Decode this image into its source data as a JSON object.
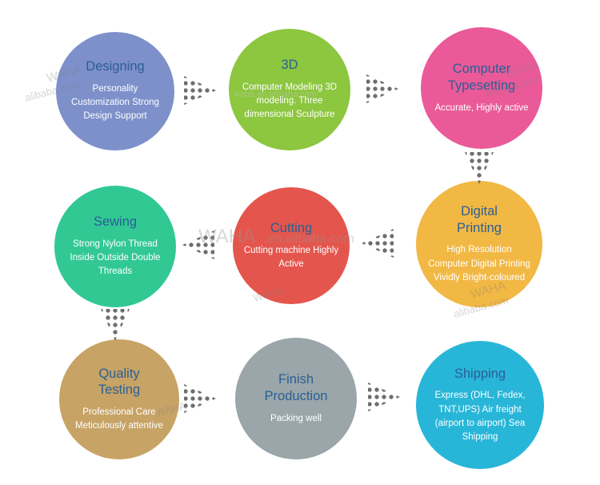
{
  "steps": [
    {
      "title": "Designing",
      "subtitle": "Personality Customization Strong Design Support",
      "color": "#7d90ca"
    },
    {
      "title": "3D",
      "subtitle": "Computer Modeling 3D modeling. Three dimensional Sculpture",
      "color": "#8dc63f"
    },
    {
      "title": "Computer Typesetting",
      "subtitle": "Accurate, Highly active",
      "color": "#ea5a98"
    },
    {
      "title": "Sewing",
      "subtitle": "Strong Nylon Thread Inside Outside Double Threads",
      "color": "#31c894"
    },
    {
      "title": "Cutting",
      "subtitle": "Cutting machine Highly Active",
      "color": "#e4564d"
    },
    {
      "title": "Digital Printing",
      "subtitle": "High Resolution Computer Digital Printing Vividly Bright-coloured",
      "color": "#f2b844"
    },
    {
      "title": "Quality Testing",
      "subtitle": "Professional Care Meticulously attentive",
      "color": "#c7a365"
    },
    {
      "title": "Finish Production",
      "subtitle": "Packing well",
      "color": "#9aa6a9"
    },
    {
      "title": "Shipping",
      "subtitle": "Express (DHL, Fedex, TNT,UPS) Air freight (airport to airport) Sea Shipping",
      "color": "#28b6d8"
    }
  ],
  "arrows": [
    {
      "icon": "arrow-right-icon"
    },
    {
      "icon": "arrow-right-icon"
    },
    {
      "icon": "arrow-down-icon"
    },
    {
      "icon": "arrow-left-icon"
    },
    {
      "icon": "arrow-left-icon"
    },
    {
      "icon": "arrow-down-icon"
    },
    {
      "icon": "arrow-right-icon"
    },
    {
      "icon": "arrow-right-icon"
    }
  ],
  "arrow_dot_color": "#6e6e6e",
  "title_text_color": "#2a5f96",
  "watermarks": [
    {
      "text": "WAHA"
    },
    {
      "text": "alibaba.com"
    },
    {
      "text": "WAHA"
    },
    {
      "text": "alibaba.com"
    },
    {
      "text": "WAHA"
    },
    {
      "text": ".en.alibaba.com"
    },
    {
      "text": "WAHA"
    },
    {
      "text": "alibaba.com"
    },
    {
      "text": "waha.en.alibaba.com"
    },
    {
      "text": "WAHA"
    },
    {
      "text": "WAHA"
    }
  ]
}
